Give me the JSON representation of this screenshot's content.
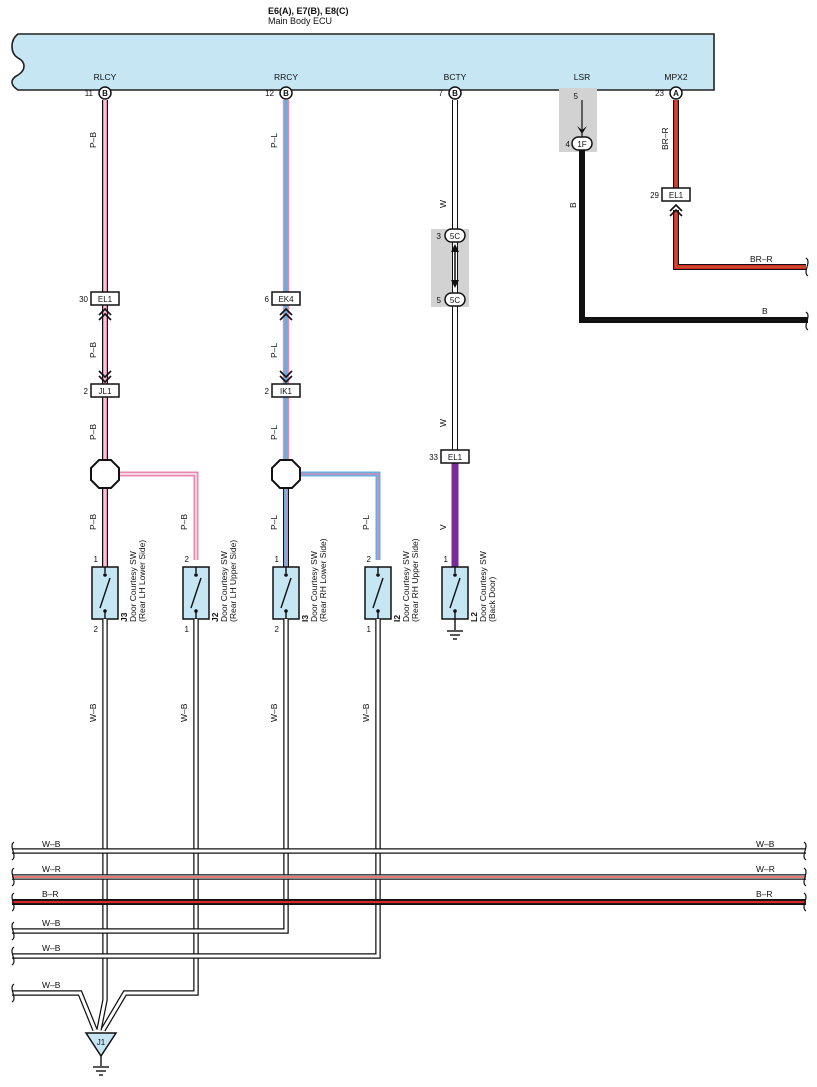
{
  "ecu": {
    "title": "E6(A), E7(B), E8(C)",
    "name": "Main Body ECU",
    "terminals": [
      {
        "name": "RLCY",
        "pin": "11",
        "conn": "B"
      },
      {
        "name": "RRCY",
        "pin": "12",
        "conn": "B"
      },
      {
        "name": "BCTY",
        "pin": "7",
        "conn": "B"
      },
      {
        "name": "LSR",
        "pin": "5",
        "conn": ""
      },
      {
        "name": "MPX2",
        "pin": "23",
        "conn": "A"
      }
    ]
  },
  "connectors": {
    "el1_rlcy": {
      "pin": "30",
      "id": "EL1"
    },
    "jl1": {
      "pin": "2",
      "id": "JL1"
    },
    "ek4": {
      "pin": "6",
      "id": "EK4"
    },
    "ik1": {
      "pin": "2",
      "id": "IK1"
    },
    "c5c_top": {
      "pin": "3",
      "id": "5C"
    },
    "c5c_bot": {
      "pin": "5",
      "id": "5C"
    },
    "el1_bcty": {
      "pin": "33",
      "id": "EL1"
    },
    "c1f": {
      "pin": "4",
      "id": "1F"
    },
    "el1_mpx2": {
      "pin": "29",
      "id": "EL1"
    }
  },
  "wires": {
    "pb": "P–B",
    "pl": "P–L",
    "w": "W",
    "v": "V",
    "b": "B",
    "brr": "BR–R",
    "wb": "W–B",
    "wr": "W–R",
    "br": "B–R"
  },
  "switches": [
    {
      "id": "J3",
      "name": "Door Courtesy SW",
      "desc": "(Rear LH Lower Side)",
      "pin_top": "1",
      "pin_bot": "2"
    },
    {
      "id": "J2",
      "name": "Door Courtesy SW",
      "desc": "(Rear LH Upper Side)",
      "pin_top": "2",
      "pin_bot": "1"
    },
    {
      "id": "I3",
      "name": "Door Courtesy SW",
      "desc": "(Rear RH Lower Side)",
      "pin_top": "1",
      "pin_bot": "2"
    },
    {
      "id": "I2",
      "name": "Door Courtesy SW",
      "desc": "(Rear RH Upper Side)",
      "pin_top": "2",
      "pin_bot": "1"
    },
    {
      "id": "L2",
      "name": "Door Courtesy SW",
      "desc": "(Back Door)",
      "pin_top": "1",
      "pin_bot": ""
    }
  ],
  "ground_point": {
    "id": "J1"
  },
  "colors": {
    "ecu_fill": "#c6e6f4",
    "pink": "#e889b0",
    "blue": "#6aaee0",
    "purple": "#7a2b98",
    "red": "#d42a2a",
    "brown": "#c46a2e",
    "shade": "#d2d2d2"
  }
}
